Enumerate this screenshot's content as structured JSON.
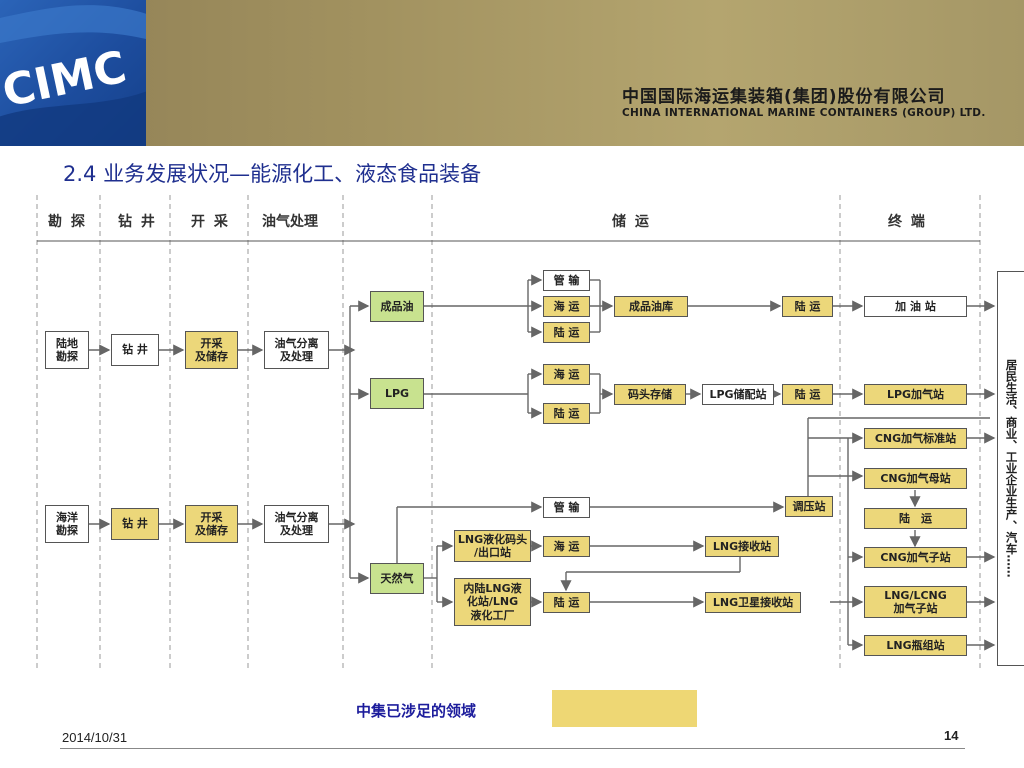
{
  "header": {
    "logo_text": "CIMC",
    "company_cn": "中国国际海运集装箱(集团)股份有限公司",
    "company_en": "CHINA INTERNATIONAL MARINE CONTAINERS (GROUP) LTD."
  },
  "slide_title": "2.4 业务发展状况—能源化工、液态食品装备",
  "columns": [
    "勘 探",
    "钻 井",
    "开 采",
    "油气处理",
    "储 运",
    "终 端"
  ],
  "nodes": {
    "land_explore": "陆地\n勘探",
    "land_drill": "钻 井",
    "land_mining": "开采\n及储存",
    "land_process": "油气分离\n及处理",
    "sea_explore": "海洋\n勘探",
    "sea_drill": "钻 井",
    "sea_mining": "开采\n及储存",
    "sea_process": "油气分离\n及处理",
    "refined_oil": "成品油",
    "lpg": "LPG",
    "natural_gas": "天然气",
    "oil_pipeline": "管 输",
    "oil_sea": "海 运",
    "oil_land": "陆 运",
    "oil_depot": "成品油库",
    "oil_land2": "陆 运",
    "gas_station": "加 油 站",
    "lpg_sea": "海 运",
    "lpg_land": "陆 运",
    "lpg_terminal": "码头存储",
    "lpg_distribution": "LPG储配站",
    "lpg_land2": "陆 运",
    "lpg_station": "LPG加气站",
    "cng_standard": "CNG加气标准站",
    "cng_mother": "CNG加气母站",
    "cng_land": "陆　运",
    "cng_child": "CNG加气子站",
    "lcng_child": "LNG/LCNG\n加气子站",
    "lng_bottle": "LNG瓶组站",
    "gas_pipeline": "管 输",
    "regulator": "调压站",
    "lng_export": "LNG液化码头\n/出口站",
    "lng_sea": "海 运",
    "lng_receiving": "LNG接收站",
    "lng_inland": "内陆LNG液\n化站/LNG\n液化工厂",
    "lng_land": "陆 运",
    "lng_satellite": "LNG卫星接收站"
  },
  "end_user": "居民生活、商业、工业企业生产、汽车……",
  "legend": {
    "label": "中集已涉足的领域",
    "color": "#eed774"
  },
  "footer": {
    "date": "2014/10/31",
    "page": "14"
  }
}
